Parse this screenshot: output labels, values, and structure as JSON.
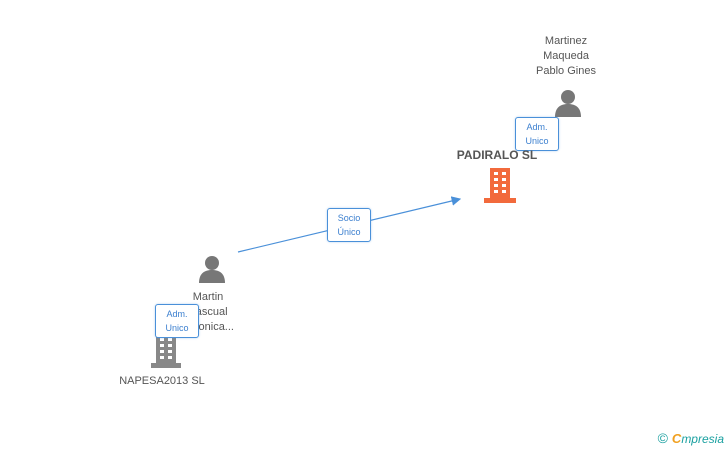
{
  "nodes": {
    "padiralo": {
      "name": "PADIRALO SL",
      "color": "#f26a3c"
    },
    "napesa": {
      "name": "NAPESA2013 SL",
      "color": "#888888"
    },
    "martinez": {
      "line1": "Martinez",
      "line2": "Maqueda",
      "line3": "Pablo Gines"
    },
    "martin": {
      "line1": "Martin",
      "line2": "Pascual",
      "line3": "Veronica..."
    }
  },
  "edges": {
    "socio": {
      "line1": "Socio",
      "line2": "Único"
    },
    "adm_top": {
      "line1": "Adm.",
      "line2": "Unico"
    },
    "adm_bottom": {
      "line1": "Adm.",
      "line2": "Unico"
    }
  },
  "colors": {
    "edge": "#4a90d9",
    "person": "#777777"
  },
  "footer": {
    "copyright": "©",
    "brand_first": "C",
    "brand_rest": "mpresia"
  }
}
